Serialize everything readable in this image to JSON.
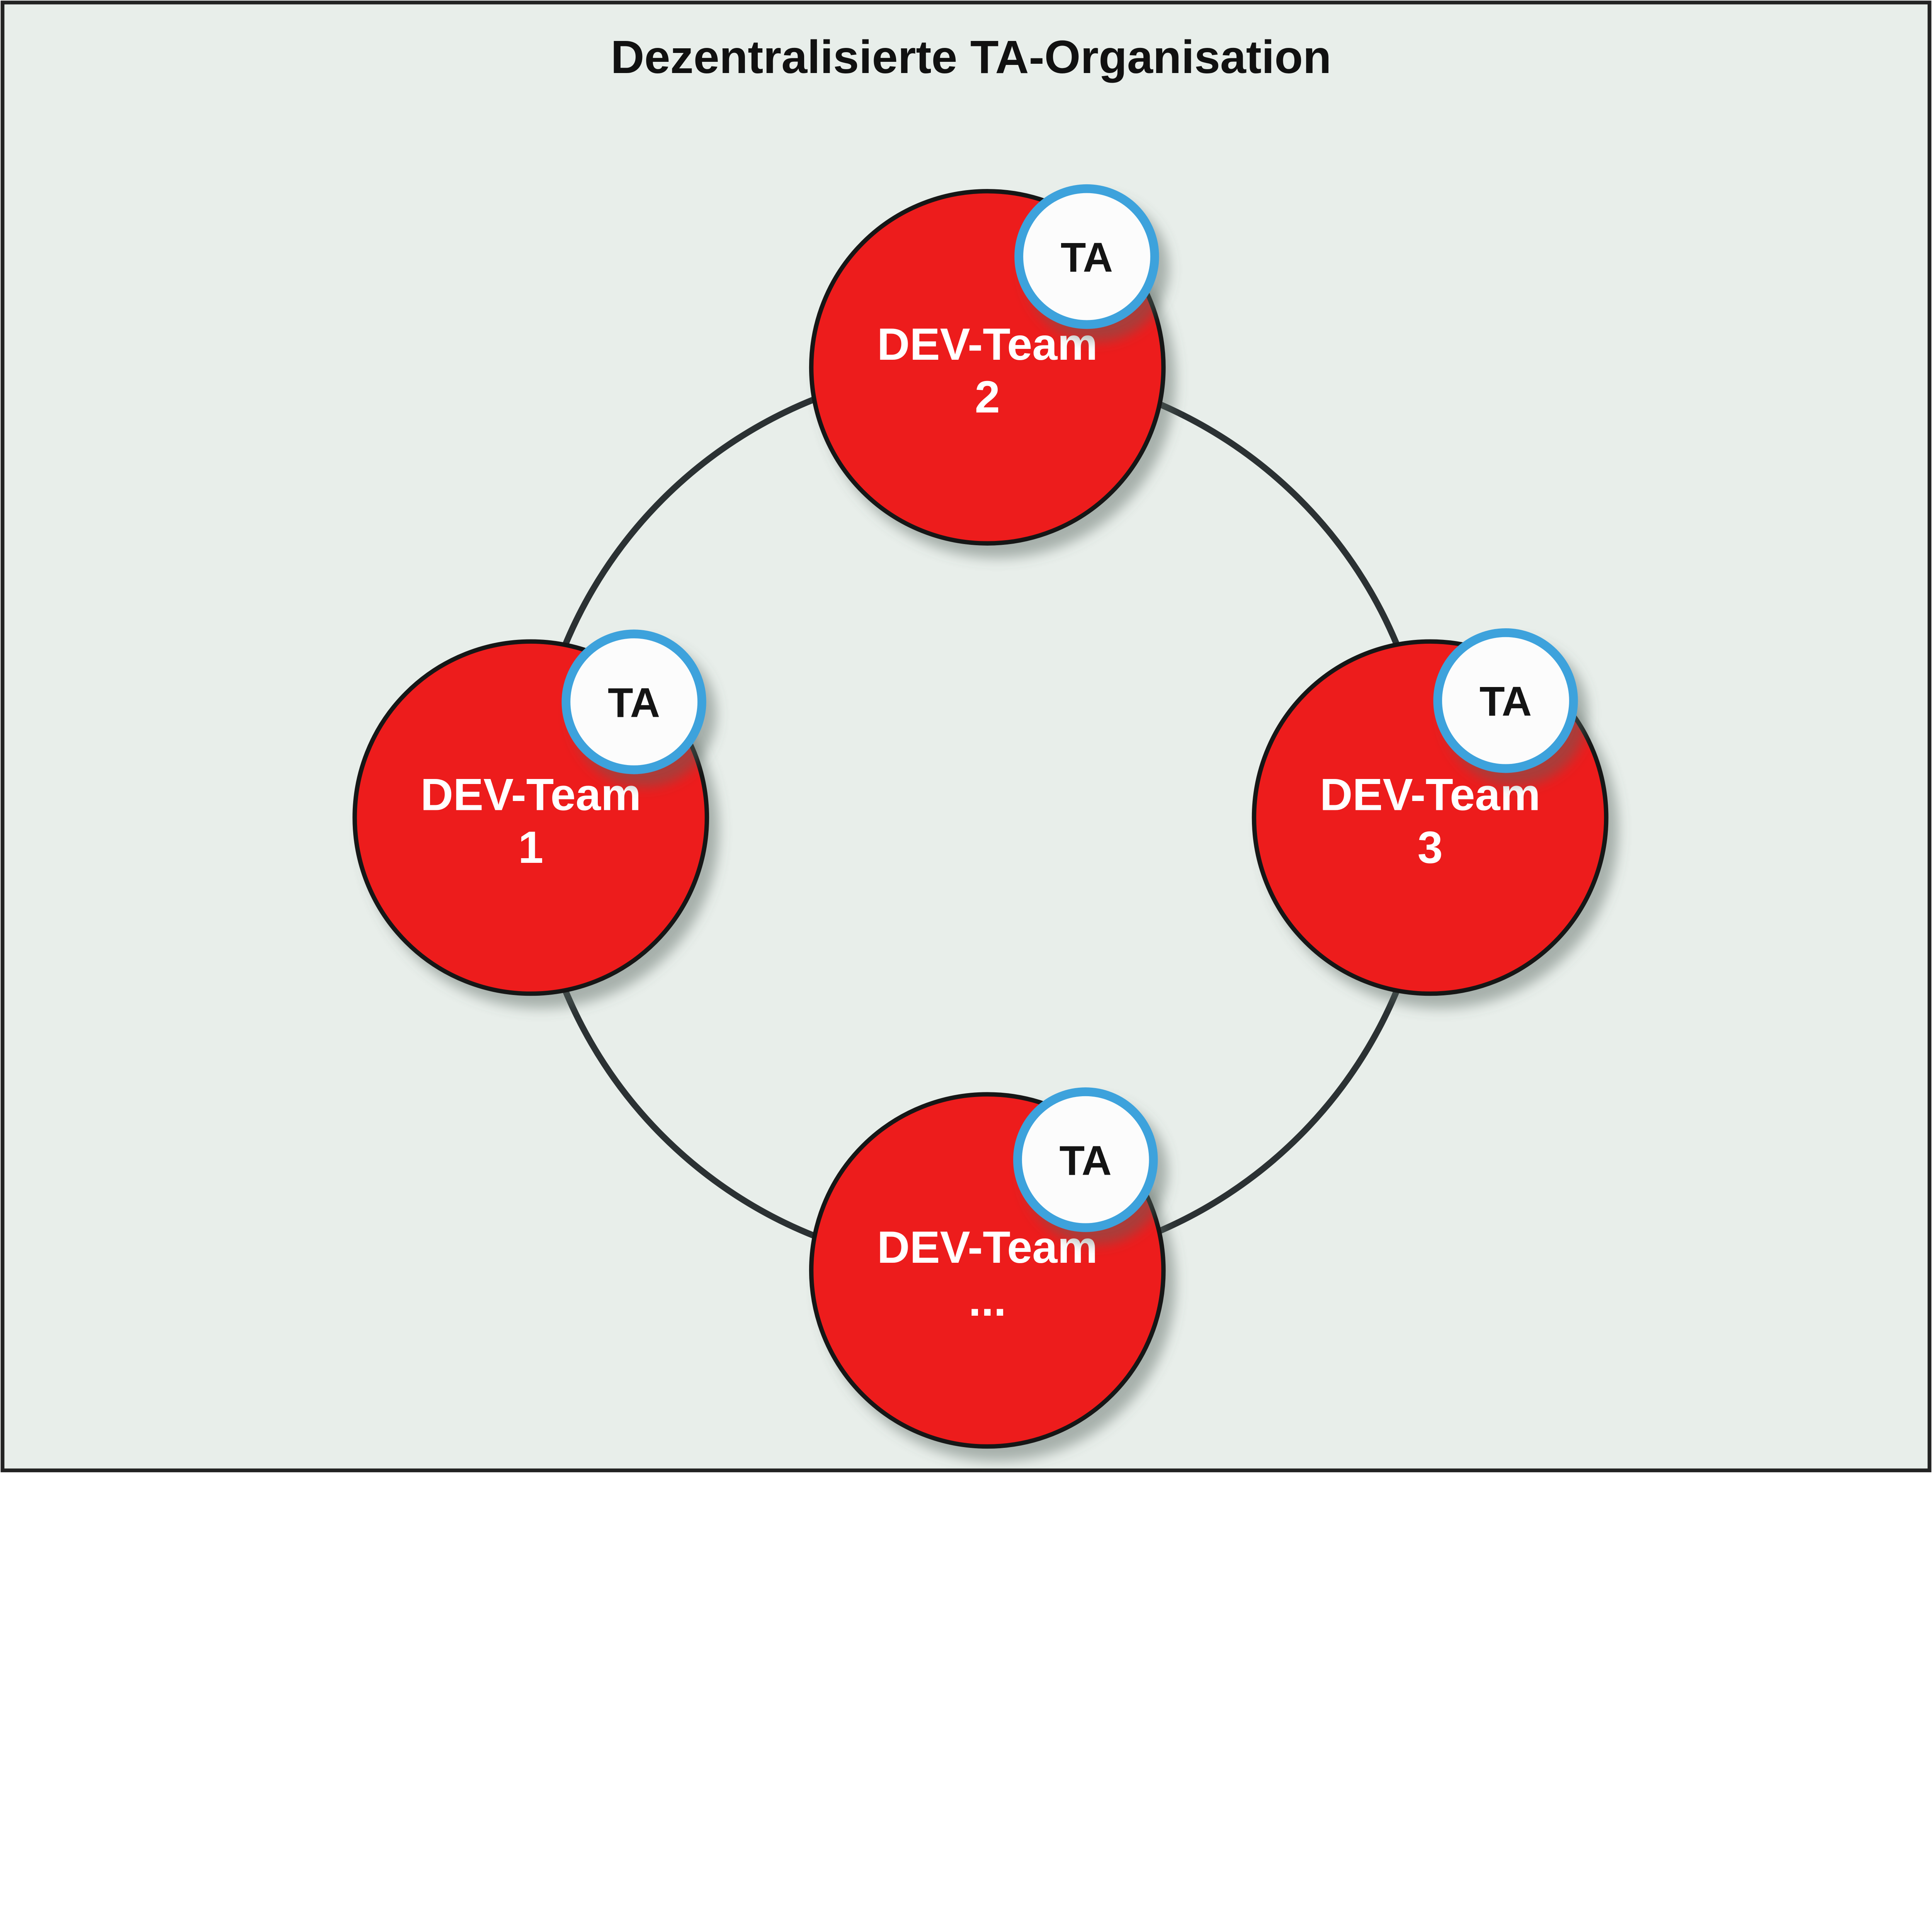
{
  "title": "Dezentralisierte TA-Organisation",
  "colors": {
    "background": "#e8eeea",
    "frame_stroke": "#222222",
    "node_fill": "#ed1c1f",
    "node_stroke": "#141414",
    "node_text": "#ffffff",
    "badge_fill": "#fcfcfc",
    "badge_stroke": "#3ea2dc",
    "badge_text": "#141414",
    "ring_stroke": "#2b3133",
    "title_color": "#111111"
  },
  "nodes": [
    {
      "id": "dev-team-2",
      "line1": "DEV-Team",
      "line2": "2",
      "badge": "TA"
    },
    {
      "id": "dev-team-1",
      "line1": "DEV-Team",
      "line2": "1",
      "badge": "TA"
    },
    {
      "id": "dev-team-3",
      "line1": "DEV-Team",
      "line2": "3",
      "badge": "TA"
    },
    {
      "id": "dev-team-etc",
      "line1": "DEV-Team",
      "line2": "...",
      "badge": "TA"
    }
  ]
}
